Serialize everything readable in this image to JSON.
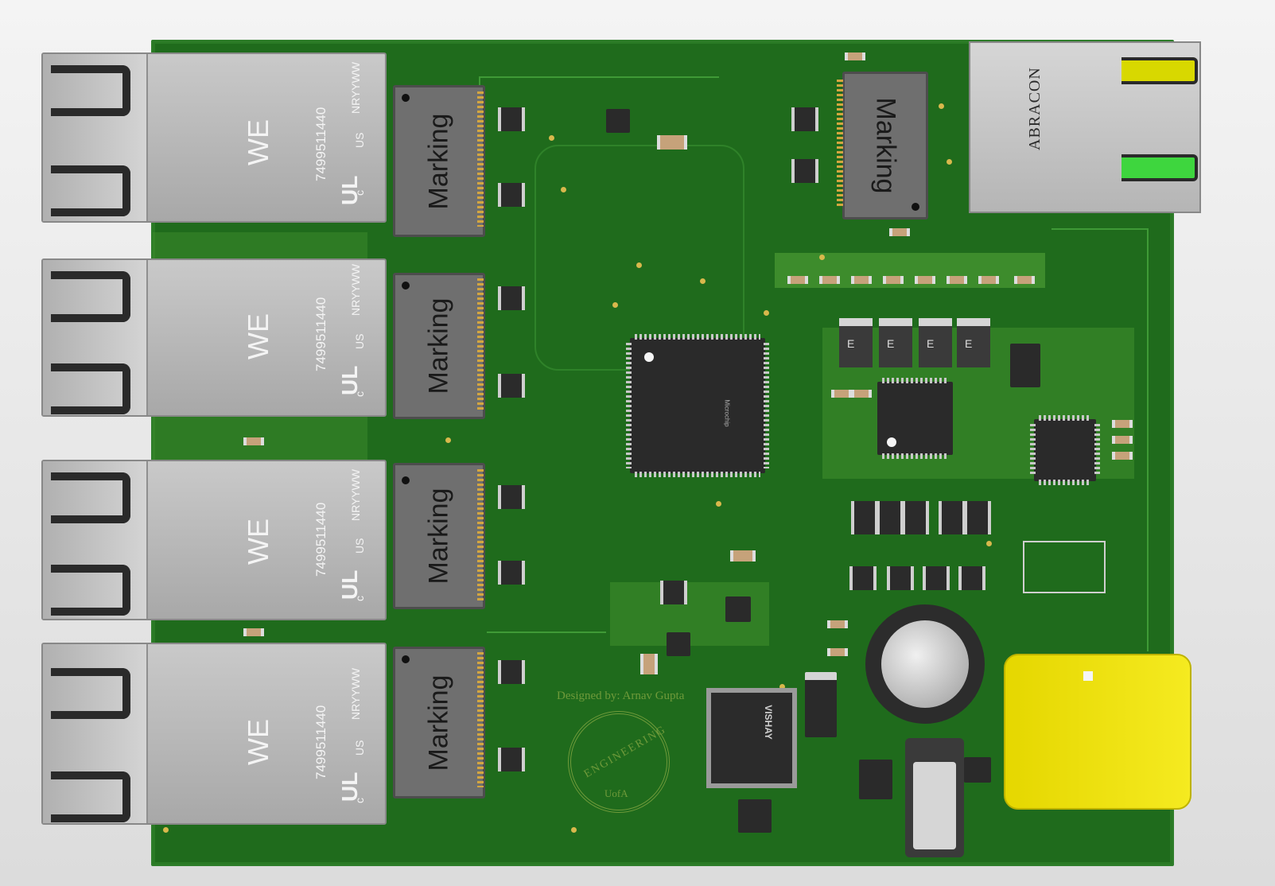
{
  "rj45_jacks": [
    {
      "brand": "WE",
      "part_number": "7499511440",
      "date_code": "NRYYWW",
      "cert": "c",
      "cert_mark": "UL",
      "cert_region": "US"
    },
    {
      "brand": "WE",
      "part_number": "7499511440",
      "date_code": "NRYYWW",
      "cert": "c",
      "cert_mark": "UL",
      "cert_region": "US"
    },
    {
      "brand": "WE",
      "part_number": "7499511440",
      "date_code": "NRYYWW",
      "cert": "c",
      "cert_mark": "UL",
      "cert_region": "US"
    },
    {
      "brand": "WE",
      "part_number": "7499511440",
      "date_code": "NRYYWW",
      "cert": "c",
      "cert_mark": "UL",
      "cert_region": "US"
    }
  ],
  "transformers": [
    {
      "label": "Marking"
    },
    {
      "label": "Marking"
    },
    {
      "label": "Marking"
    },
    {
      "label": "Marking"
    },
    {
      "label": "Marking"
    }
  ],
  "abracon_jack": {
    "brand": "ABRACON"
  },
  "inductor": {
    "brand": "VISHAY"
  },
  "mcu": {
    "logo_text": "Microchip"
  },
  "designer_credit": "Designed by: Arnav Gupta",
  "seal": {
    "top_text": "ENGINEERING",
    "bottom_text": "UofA"
  },
  "colors": {
    "board": "#1f6b1c",
    "copper_pour": "#3d8c2c",
    "connector_metal": "#b8b8b8",
    "power_connector": "#f0e410",
    "silkscreen": "#6f9a3a"
  }
}
